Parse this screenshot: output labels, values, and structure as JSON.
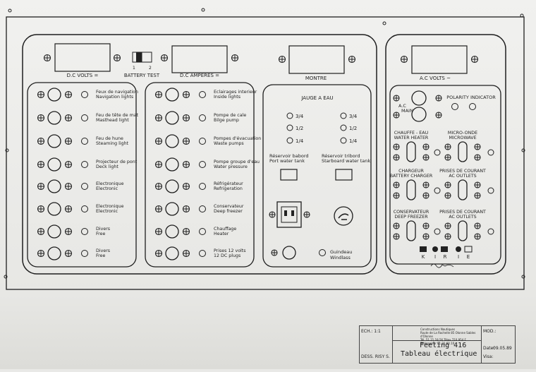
{
  "meters": {
    "dc_volts": "D.C VOLTS =",
    "battery_test": "BATTERY TEST",
    "switch_pos_1": "1",
    "switch_pos_2": "2",
    "dc_amperes": "D.C AMPERES =",
    "montre": "MONTRE",
    "ac_volts": "A.C VOLTS ~"
  },
  "circuits_left": [
    {
      "fr": "Feux de navigation",
      "en": "Navigation lights"
    },
    {
      "fr": "Feu de tête de mat",
      "en": "Masthead light"
    },
    {
      "fr": "Feu de hune",
      "en": "Steaming light"
    },
    {
      "fr": "Projecteur de pont",
      "en": "Deck light"
    },
    {
      "fr": "Electronique",
      "en": "Electronic"
    },
    {
      "fr": "Electronique",
      "en": "Electronic"
    },
    {
      "fr": "Divers",
      "en": "Free"
    },
    {
      "fr": "Divers",
      "en": "Free"
    }
  ],
  "circuits_right": [
    {
      "fr": "Eclairages interieur",
      "en": "Inside lights"
    },
    {
      "fr": "Pompe de cale",
      "en": "Bilge pump"
    },
    {
      "fr": "Pompes d'évacuation",
      "en": "Waste pumps"
    },
    {
      "fr": "Pompe groupe d'eau",
      "en": "Water pressure"
    },
    {
      "fr": "Réfrigérateur",
      "en": "Refrigeration"
    },
    {
      "fr": "Conservateur",
      "en": "Deep freezer"
    },
    {
      "fr": "Chauffage",
      "en": "Heater"
    },
    {
      "fr": "Prises 12 volts",
      "en": "12 DC plugs"
    }
  ],
  "tank": {
    "title": "JAUGE A EAU",
    "levels": [
      "3/4",
      "1/2",
      "1/4"
    ],
    "port_fr": "Réservoir babord",
    "port_en": "Port water tank",
    "starboard_fr": "Réservoir tribord",
    "starboard_en": "Starboard water tank",
    "windlass_fr": "Guindeau",
    "windlass_en": "Windlass"
  },
  "ac": {
    "main_1": "A.C",
    "main_2": "MAIN",
    "polarity": "POLARITY  INDICATOR",
    "breakers": [
      {
        "fr": "CHAUFFE - EAU",
        "en": "WATER HEATER"
      },
      {
        "fr": "MICRO-ONDE",
        "en": "MICROWAVE"
      },
      {
        "fr": "CHARGEUR",
        "en": "BATTERY CHARGER"
      },
      {
        "fr": "PRISES DE COURANT",
        "en": "AC OUTLETS"
      },
      {
        "fr": "CONSERVATEUR",
        "en": "DEEP FREEZER"
      },
      {
        "fr": "PRISES DE COURANT",
        "en": "AC OUTLETS"
      }
    ],
    "logo_k": "K",
    "logo_i1": "I",
    "logo_r": "R",
    "logo_i2": "I",
    "logo_e": "E"
  },
  "title_block": {
    "scale": "ECH.: 1:1",
    "drawn_by": "DESS. RISY S.",
    "company_1": "Constructions Nautiques",
    "company_2": "Route de La Rochelle 85 Olonne Sables d'Olonne",
    "company_3": "Tél. 51.21.18.56 Télex 710 954 F",
    "company_4": "Télécopieur 51.21.60.10",
    "project": "Feeling   416",
    "title": "Tableau électrique",
    "mod": "MOD.:",
    "date_label": "Date:",
    "date": "09.05.89",
    "approved": "Visa:"
  }
}
